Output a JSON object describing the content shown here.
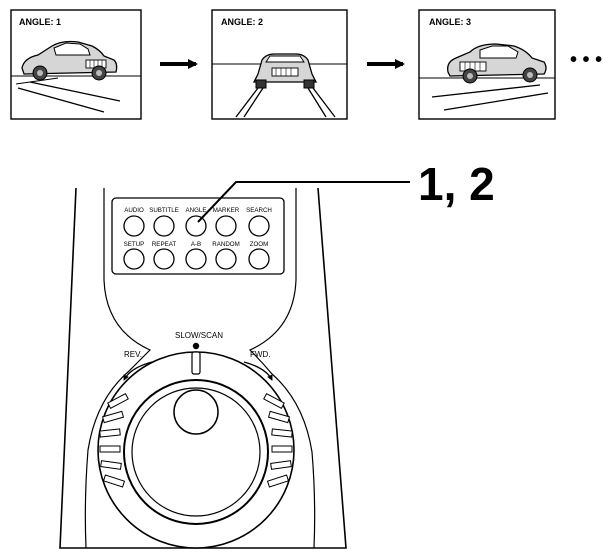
{
  "panels": [
    {
      "label": "ANGLE: 1",
      "view": "side-left"
    },
    {
      "label": "ANGLE: 2",
      "view": "front"
    },
    {
      "label": "ANGLE: 3",
      "view": "side-right"
    }
  ],
  "continuation": "• • •",
  "callout": "1, 2",
  "remote": {
    "top_row_buttons": [
      "AUDIO",
      "SUBTITLE",
      "ANGLE",
      "MARKER",
      "SEARCH"
    ],
    "bottom_row_buttons": [
      "SETUP",
      "REPEAT",
      "A-B",
      "RANDOM",
      "ZOOM"
    ],
    "shuttle_label": "SLOW/SCAN",
    "rev_label": "REV.",
    "fwd_label": "FWD."
  }
}
